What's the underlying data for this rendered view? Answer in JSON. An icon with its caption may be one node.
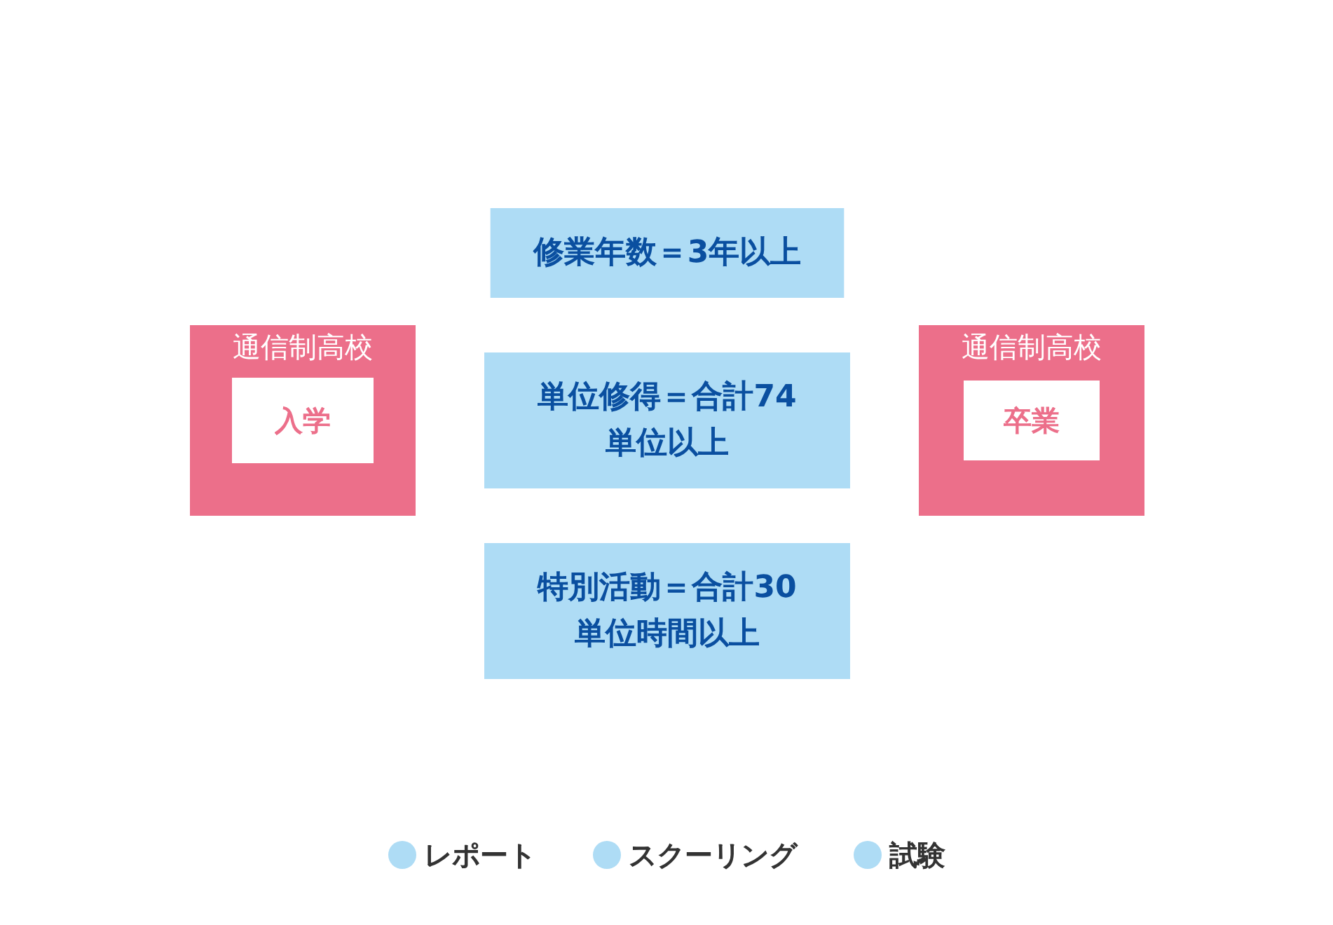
{
  "diagram": {
    "nodes": [
      {
        "text": [
          "通信制高校"
        ]
      },
      {
        "text": [
          "入学"
        ],
        "in": 0
      },
      {
        "text": [
          "修業年数＝3年以上"
        ]
      },
      {
        "text": [
          "単位修得＝合計74単位以上"
        ]
      },
      {
        "text": [
          "特別活動＝合計30単位時間以上"
        ]
      },
      {
        "text": [
          "通信制高校"
        ]
      },
      {
        "text": [
          "卒業"
        ],
        "in": 5
      }
    ],
    "labels": [
      "レポート",
      "スクーリング",
      "試験"
    ]
  }
}
